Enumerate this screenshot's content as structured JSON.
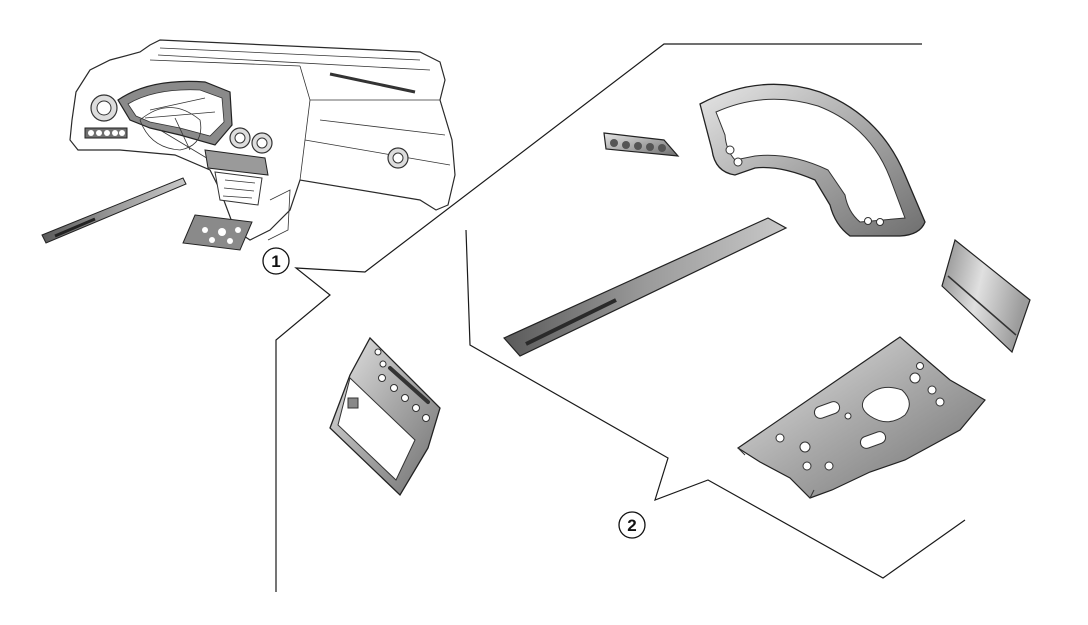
{
  "callouts": [
    {
      "id": "1",
      "label": "1"
    },
    {
      "id": "2",
      "label": "2"
    }
  ],
  "parts": [
    {
      "name": "dashboard-assembly"
    },
    {
      "name": "vent-trim-strip"
    },
    {
      "name": "instrument-cluster-surround"
    },
    {
      "name": "dash-trim-strip"
    },
    {
      "name": "side-trim-panel"
    },
    {
      "name": "console-faceplate"
    },
    {
      "name": "console-trim-plate"
    }
  ],
  "colors": {
    "line": "#1a1a1a",
    "part_fill": "#c9c9c9",
    "part_dark": "#7a7a7a",
    "background": "#ffffff"
  }
}
